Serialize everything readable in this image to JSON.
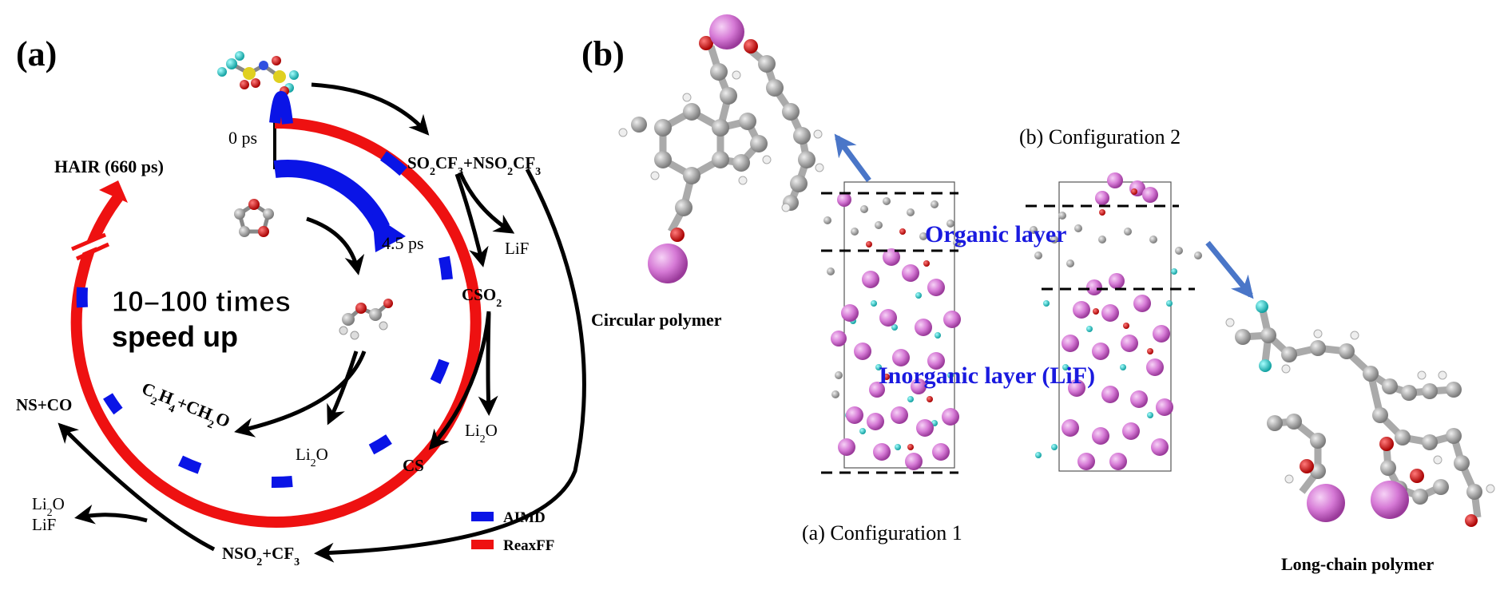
{
  "panels": {
    "a": {
      "label": "(a)"
    },
    "b": {
      "label": "(b)"
    }
  },
  "panel_a": {
    "time_start": "0 ps",
    "time_aimd": "4.5 ps",
    "hair_label": "HAIR (660 ps)",
    "speedup_line1": "10–100 times",
    "speedup_line2": "speed up",
    "species": {
      "so2cf3": {
        "main": "SO",
        "s1": "2",
        "m2": "CF",
        "s2": "3",
        "m3": "+NSO",
        "s3": "2",
        "m4": "CF",
        "s4": "3"
      },
      "lif_right": "LiF",
      "cso2": {
        "main": "CSO",
        "s1": "2"
      },
      "li2o_right": {
        "m1": "Li",
        "s1": "2",
        "m2": "O"
      },
      "cs": "CS",
      "c2h4": {
        "m1": "C",
        "s1": "2",
        "m2": "H",
        "s2": "4",
        "m3": "+CH",
        "s3": "2",
        "m4": "O"
      },
      "li2o_inner": {
        "m1": "Li",
        "s1": "2",
        "m2": "O"
      },
      "nsco": "NS+CO",
      "li2o_left": {
        "m1": "Li",
        "s1": "2",
        "m2": "O"
      },
      "lif_left": "LiF",
      "nso2cf3": {
        "m1": "NSO",
        "s1": "2",
        "m2": "+CF",
        "s2": "3"
      }
    },
    "legend": [
      {
        "label": "AIMD",
        "color": "#0a14e6"
      },
      {
        "label": "ReaxFF",
        "color": "#ee1111"
      }
    ]
  },
  "panel_b": {
    "circular_polymer": "Circular polymer",
    "long_chain_polymer": "Long-chain polymer",
    "config1": "(a) Configuration 1",
    "config2": "(b) Configuration 2",
    "organic_layer": "Organic layer",
    "inorganic_layer": "Inorganic layer (LiF)"
  },
  "colors": {
    "aimd": "#0a14e6",
    "reaxff": "#ee1111",
    "layer_text": "#1a1adf",
    "arrow_blue": "#4a76c8",
    "li_atom": "#d67ad6",
    "f_atom": "#2ed0d0",
    "o_atom": "#d61414",
    "c_atom": "#9a9a9a"
  }
}
